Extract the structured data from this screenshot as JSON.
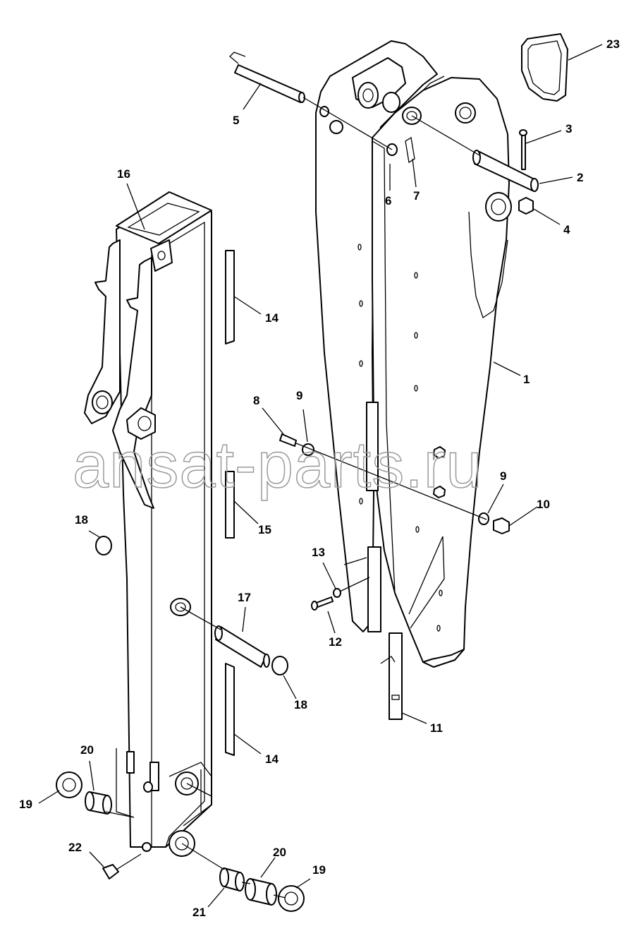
{
  "watermark": "ansat-parts.ru",
  "callouts": [
    {
      "id": "c1",
      "label": "1"
    },
    {
      "id": "c2",
      "label": "2"
    },
    {
      "id": "c3",
      "label": "3"
    },
    {
      "id": "c4",
      "label": "4"
    },
    {
      "id": "c5",
      "label": "5"
    },
    {
      "id": "c6",
      "label": "6"
    },
    {
      "id": "c7",
      "label": "7"
    },
    {
      "id": "c8",
      "label": "8"
    },
    {
      "id": "c9a",
      "label": "9"
    },
    {
      "id": "c9b",
      "label": "9"
    },
    {
      "id": "c10",
      "label": "10"
    },
    {
      "id": "c11",
      "label": "11"
    },
    {
      "id": "c12",
      "label": "12"
    },
    {
      "id": "c13",
      "label": "13"
    },
    {
      "id": "c14a",
      "label": "14"
    },
    {
      "id": "c14b",
      "label": "14"
    },
    {
      "id": "c15",
      "label": "15"
    },
    {
      "id": "c16",
      "label": "16"
    },
    {
      "id": "c17",
      "label": "17"
    },
    {
      "id": "c18a",
      "label": "18"
    },
    {
      "id": "c18b",
      "label": "18"
    },
    {
      "id": "c19a",
      "label": "19"
    },
    {
      "id": "c19b",
      "label": "19"
    },
    {
      "id": "c20a",
      "label": "20"
    },
    {
      "id": "c20b",
      "label": "20"
    },
    {
      "id": "c21",
      "label": "21"
    },
    {
      "id": "c22",
      "label": "22"
    },
    {
      "id": "c23",
      "label": "23"
    }
  ]
}
